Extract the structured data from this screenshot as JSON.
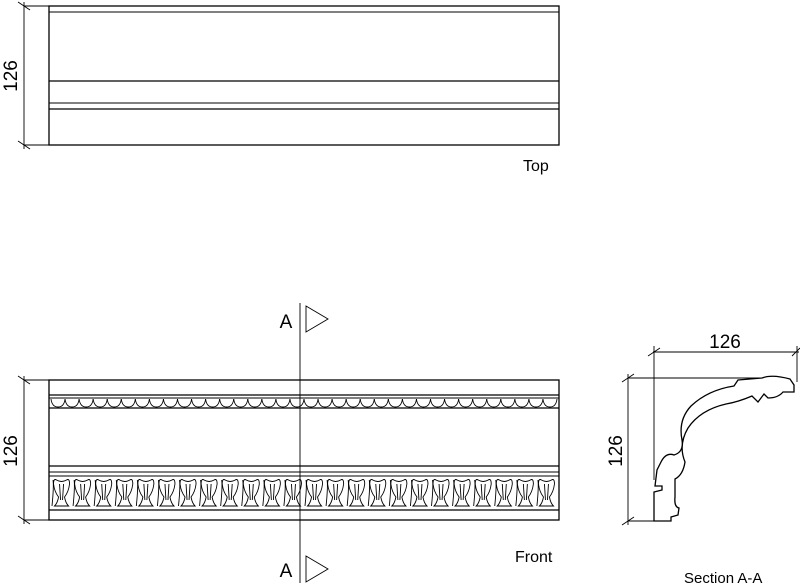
{
  "views": {
    "top": {
      "caption": "Top",
      "height_dim": "126"
    },
    "front": {
      "caption": "Front",
      "height_dim": "126",
      "cut_label_top": "A",
      "cut_label_bottom": "A"
    },
    "section": {
      "caption": "Section A-A",
      "width_dim": "126",
      "height_dim": "126"
    }
  },
  "ornament": {
    "bead_count": 36,
    "leaf_count": 24
  },
  "colors": {
    "ink": "#000000",
    "paper": "#ffffff"
  }
}
